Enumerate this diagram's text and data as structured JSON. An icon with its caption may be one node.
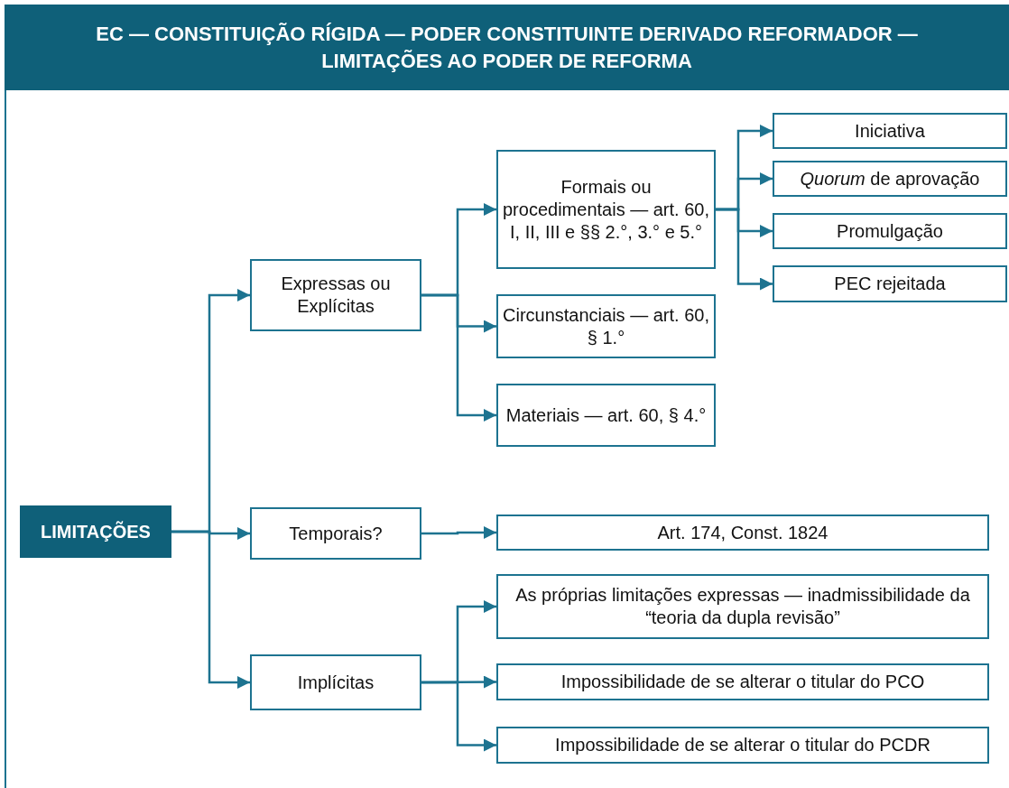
{
  "diagram": {
    "title": "EC — CONSTITUIÇÃO RÍGIDA — PODER CONSTITUINTE DERIVADO REFORMADOR — LIMITAÇÕES AO PODER DE REFORMA",
    "nodes": [
      {
        "text": [
          "LIMITAÇÕES"
        ]
      },
      {
        "text": [
          "Expressas ou Explícitas"
        ]
      },
      {
        "text": [
          "Temporais?"
        ]
      },
      {
        "text": [
          "Implícitas"
        ]
      },
      {
        "text": [
          "Formais ou procedimentais — art. 60, I, II, III e §§ 2.°, 3.° e 5.°"
        ]
      },
      {
        "text": [
          "Circunstanciais — art. 60, § 1.°"
        ]
      },
      {
        "text": [
          "Materiais — art. 60, § 4.°"
        ]
      },
      {
        "text": [
          "Iniciativa"
        ]
      },
      {
        "text": [
          "*Quorum* de aprovação"
        ]
      },
      {
        "text": [
          "Promulgação"
        ]
      },
      {
        "text": [
          "PEC rejeitada"
        ]
      },
      {
        "text": [
          "Art. 174, Const. 1824"
        ]
      },
      {
        "text": [
          "As próprias limitações expressas — inadmissibilidade da “teoria da dupla revisão”"
        ]
      },
      {
        "text": [
          "Impossibilidade de se alterar o titular do PCO"
        ]
      },
      {
        "text": [
          "Impossibilidade de se alterar o titular do PCDR"
        ]
      }
    ],
    "edges": [
      {
        "from": 0,
        "to": 1,
        "arrow": "to"
      },
      {
        "from": 0,
        "to": 2,
        "arrow": "to"
      },
      {
        "from": 0,
        "to": 3,
        "arrow": "to"
      },
      {
        "from": 1,
        "to": 4,
        "arrow": "to"
      },
      {
        "from": 1,
        "to": 5,
        "arrow": "to"
      },
      {
        "from": 1,
        "to": 6,
        "arrow": "to"
      },
      {
        "from": 4,
        "to": 7,
        "arrow": "to"
      },
      {
        "from": 4,
        "to": 8,
        "arrow": "to"
      },
      {
        "from": 4,
        "to": 9,
        "arrow": "to"
      },
      {
        "from": 4,
        "to": 10,
        "arrow": "to"
      },
      {
        "from": 2,
        "to": 11,
        "arrow": "to"
      },
      {
        "from": 3,
        "to": 12,
        "arrow": "to"
      },
      {
        "from": 3,
        "to": 13,
        "arrow": "to"
      },
      {
        "from": 3,
        "to": 14,
        "arrow": "to"
      }
    ]
  }
}
